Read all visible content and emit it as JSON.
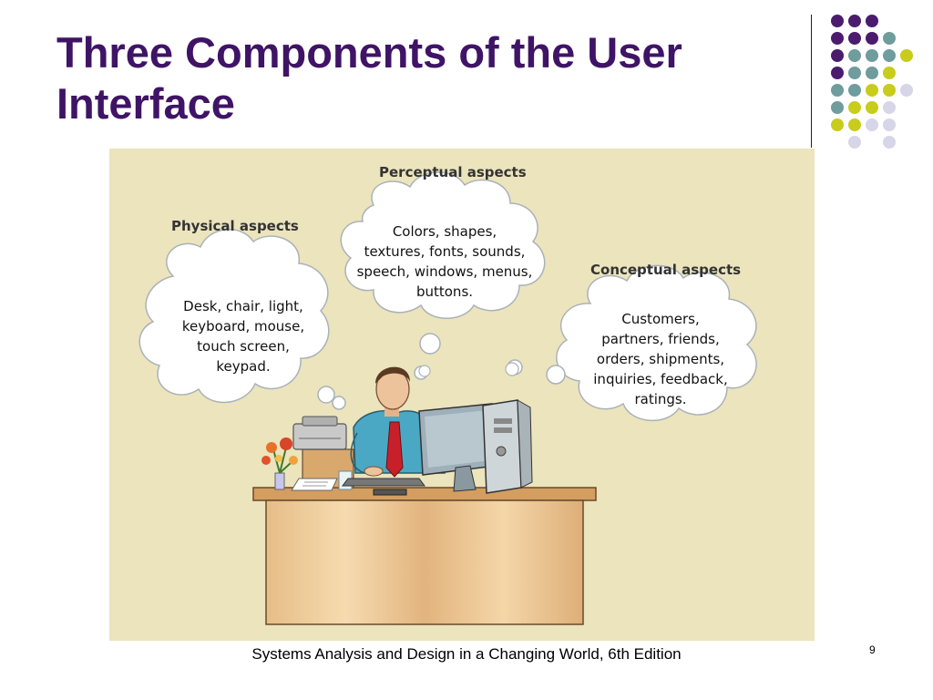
{
  "slide": {
    "title": "Three Components of the User Interface",
    "footer": "Systems Analysis and Design in a Changing World, 6th Edition",
    "page_number": "9"
  },
  "figure": {
    "physical": {
      "heading": "Physical aspects",
      "text": "Desk, chair, light,\nkeyboard, mouse,\ntouch screen,\nkeypad."
    },
    "perceptual": {
      "heading": "Perceptual aspects",
      "text": "Colors, shapes,\ntextures, fonts, sounds,\nspeech, windows, menus,\nbuttons."
    },
    "conceptual": {
      "heading": "Conceptual aspects",
      "text": "Customers,\npartners, friends,\norders, shipments,\ninquiries, feedback,\nratings."
    }
  },
  "colors": {
    "title": "#3f1466",
    "dot_purple": "#4b1c6e",
    "dot_teal": "#6f9c9c",
    "dot_yellow": "#c8cc1a",
    "dot_lavender": "#d6d6e8",
    "figure_background": "#ebe4bd"
  }
}
